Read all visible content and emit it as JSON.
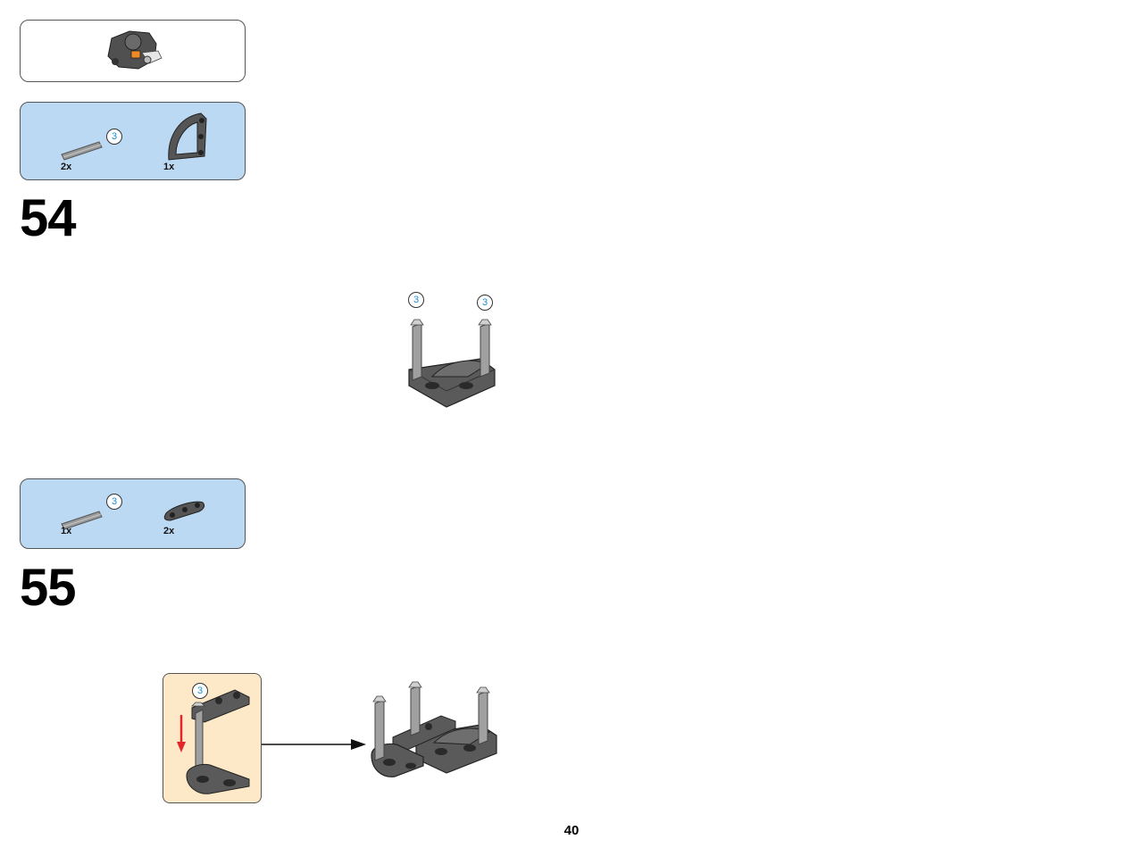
{
  "colors": {
    "parts_bg": "#bcd9f3",
    "callout_bg": "#fde9c7",
    "part_gray": "#5b5b5b",
    "axle_gray": "#9a9a9a",
    "arrow_red": "#e3262c",
    "badge_blue": "#1a8fd6"
  },
  "submodel": {
    "icon": "assembled-submodel-icon"
  },
  "step54": {
    "number": "54",
    "parts": [
      {
        "icon": "axle-3-icon",
        "length": "3",
        "qty": "2x"
      },
      {
        "icon": "quarter-ellipse-beam-icon",
        "qty": "1x"
      }
    ],
    "model_axle_lengths": [
      "3",
      "3"
    ]
  },
  "step55": {
    "number": "55",
    "parts": [
      {
        "icon": "axle-3-icon",
        "length": "3",
        "qty": "1x"
      },
      {
        "icon": "bent-liftarm-icon",
        "qty": "2x"
      }
    ],
    "callout_axle_length": "3"
  },
  "page": {
    "number": "40"
  }
}
